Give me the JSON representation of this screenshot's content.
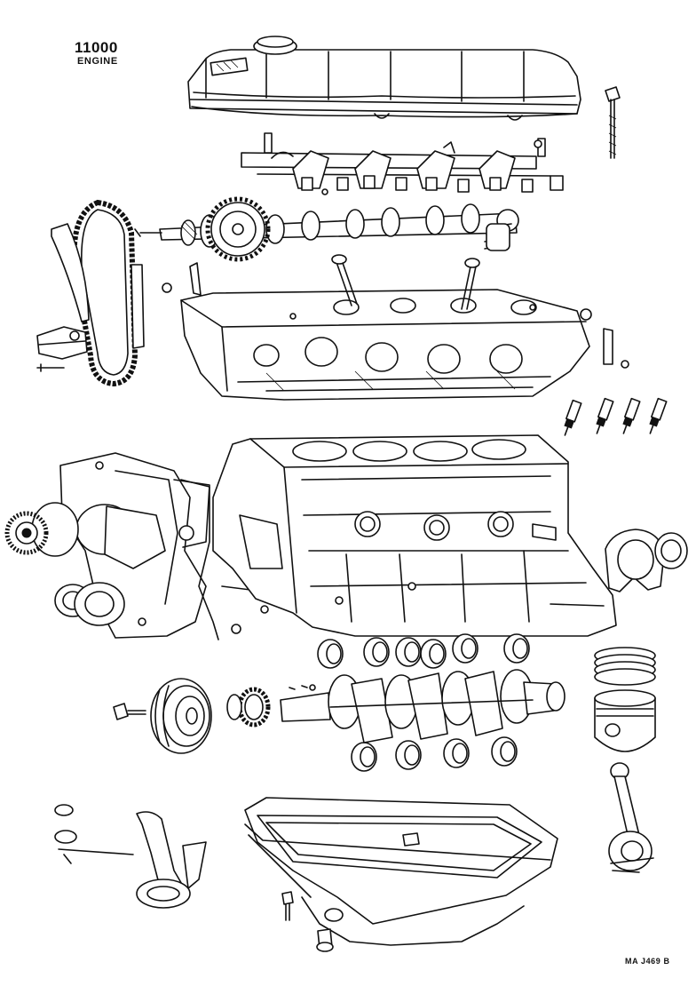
{
  "header": {
    "group_number": "11000",
    "group_name": "ENGINE"
  },
  "footer": {
    "reference_code": "MA  J469 B"
  },
  "parts": [
    "cylinder-head-cover",
    "rocker-arm-assembly",
    "camshaft",
    "timing-chain",
    "chain-tensioner",
    "cylinder-head",
    "spark-plugs",
    "timing-chain-cover",
    "water-pump",
    "cylinder-block",
    "rear-oil-seal-retainer",
    "bearings",
    "crankshaft",
    "crankshaft-pulley",
    "piston-rings",
    "piston",
    "connecting-rod",
    "oil-strainer",
    "oil-pan",
    "drain-plug"
  ]
}
